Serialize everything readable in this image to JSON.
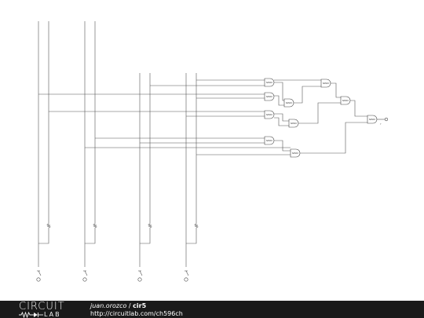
{
  "schematic": {
    "gates": [
      {
        "label": "NAND2"
      },
      {
        "label": "NAND2"
      },
      {
        "label": "NAND2"
      },
      {
        "label": "NAND2"
      },
      {
        "label": "NAND2"
      },
      {
        "label": "NAND2"
      },
      {
        "label": "NAND2"
      },
      {
        "label": "NAND2"
      },
      {
        "label": "NAND2"
      },
      {
        "label": "NAND2"
      }
    ],
    "output_label": "Y"
  },
  "footer": {
    "logo_circuit": "CIRCUIT",
    "logo_lab": "LAB",
    "author": "juan.orozco",
    "separator": " / ",
    "title": "cir5",
    "url": "http://circuitlab.com/ch596ch"
  },
  "colors": {
    "wire": "#555555",
    "footer_bg": "#1a1a1a",
    "footer_text": "#ffffff"
  }
}
